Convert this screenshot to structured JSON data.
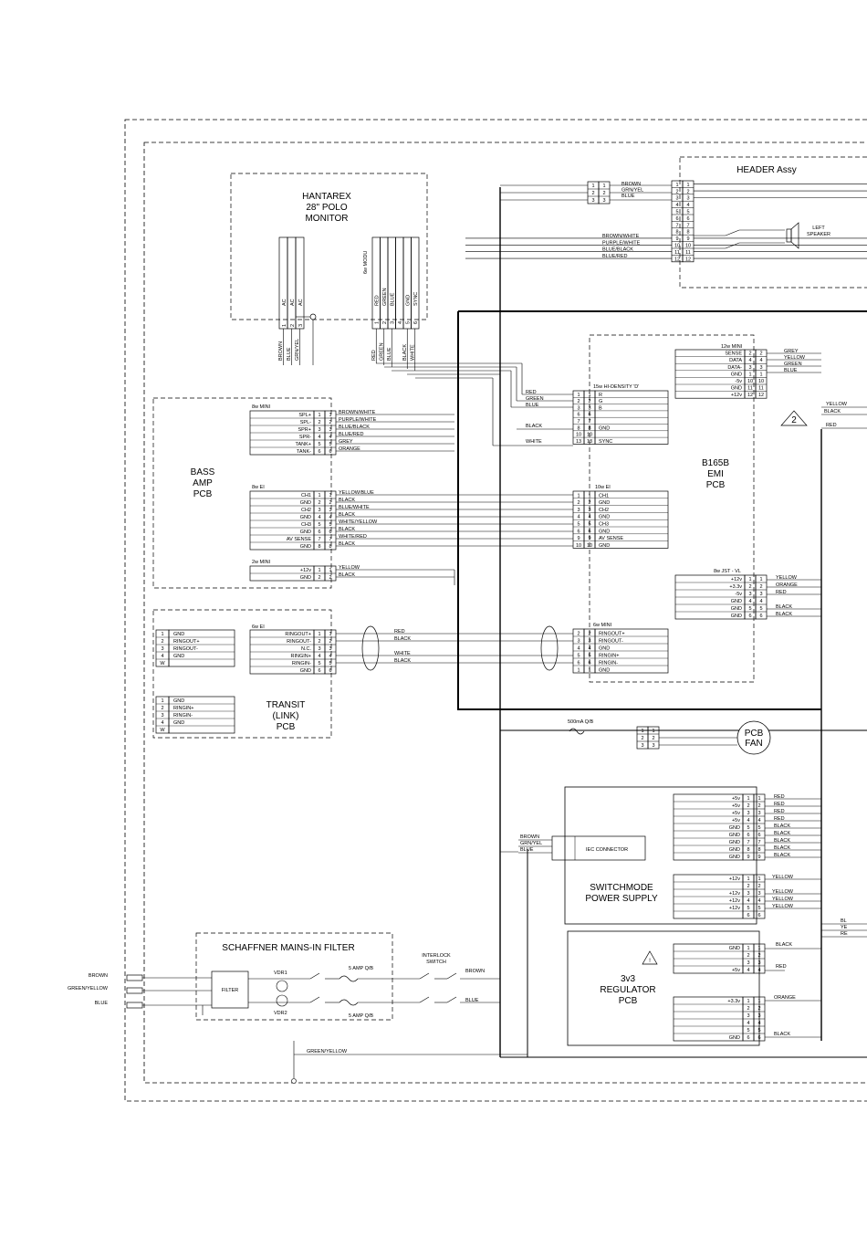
{
  "header": {
    "title": "HEADER Assy",
    "left_wires": [
      "BROWN",
      "GRN/YEL",
      "BLUE"
    ],
    "mid_wires": [
      "BROWN/WHITE",
      "PURPLE/WHITE",
      "BLUE/BLACK",
      "BLUE/RED"
    ],
    "pins": [
      "1",
      "2",
      "3",
      "4",
      "5",
      "6",
      "7",
      "8",
      "9",
      "10",
      "11",
      "12"
    ],
    "speaker": "LEFT SPEAKER"
  },
  "monitor": {
    "title": "HANTAREX\n28\" POLO\nMONITOR",
    "title_lines": [
      "HANTAREX",
      "28\" POLO",
      "MONITOR"
    ],
    "ac_labels": [
      "AC",
      "AC",
      "AC"
    ],
    "ac_pins": [
      "1",
      "2",
      "3"
    ],
    "ac_wires": [
      "BROWN",
      "BLUE",
      "GRN/YEL"
    ],
    "video_conn": "6w MODU",
    "video_labels": [
      "RED",
      "GREEN",
      "BLUE",
      "GND",
      "SYNC"
    ],
    "video_pins": [
      "1",
      "2",
      "3",
      "4",
      "5",
      "6"
    ],
    "video_wires": [
      "RED",
      "GREEN",
      "BLUE",
      "BLACK",
      "WHITE"
    ]
  },
  "bass_amp": {
    "title_lines": [
      "BASS",
      "AMP",
      "PCB"
    ],
    "conn1": "8w MINI",
    "conn1_labels": [
      "SPL+",
      "SPL-",
      "SPR+",
      "SPR-",
      "TANK+",
      "TANK-"
    ],
    "conn1_pins": [
      "1",
      "2",
      "3",
      "4",
      "5",
      "6"
    ],
    "conn1_wires": [
      "BROWN/WHITE",
      "PURPLE/WHITE",
      "BLUE/BLACK",
      "BLUE/RED",
      "GREY",
      "ORANGE"
    ],
    "conn2": "8w EI",
    "conn2_labels": [
      "CH1",
      "GND",
      "CH2",
      "GND",
      "CH3",
      "GND",
      "AV SENSE",
      "GND"
    ],
    "conn2_pins": [
      "1",
      "2",
      "3",
      "4",
      "5",
      "6",
      "7",
      "8"
    ],
    "conn2_wires": [
      "YELLOW/BLUE",
      "BLACK",
      "BLUE/WHITE",
      "BLACK",
      "WHITE/YELLOW",
      "BLACK",
      "WHITE/RED",
      "BLACK"
    ],
    "conn3": "2w MINI",
    "conn3_labels": [
      "+12v",
      "GND"
    ],
    "conn3_pins": [
      "1",
      "2"
    ],
    "conn3_wires": [
      "YELLOW",
      "BLACK"
    ]
  },
  "transit": {
    "title_lines": [
      "TRANSIT",
      "(LINK)",
      "PCB"
    ],
    "conn": "6w EI",
    "conn_labels": [
      "RINGOUT+",
      "RINGOUT-",
      "N.C.",
      "RINGIN+",
      "RINGIN-",
      "GND"
    ],
    "conn_pins": [
      "1",
      "2",
      "3",
      "4",
      "5",
      "6"
    ],
    "conn_wires": [
      "RED",
      "BLACK",
      "WHITE",
      "BLACK"
    ],
    "jack1_pins": [
      "1",
      "2",
      "3",
      "4",
      "W"
    ],
    "jack1_labels": [
      "GND",
      "RINGOUT+",
      "RINGOUT-",
      "GND",
      ""
    ],
    "jack2_pins": [
      "1",
      "2",
      "3",
      "4",
      "W"
    ],
    "jack2_labels": [
      "GND",
      "RINGIN+",
      "RINGIN-",
      "GND",
      ""
    ]
  },
  "emi": {
    "title_lines": [
      "B165B",
      "EMI",
      "PCB"
    ],
    "hd_conn": "15w HI-DENSITY 'D'",
    "hd_pins": [
      "1",
      "2",
      "3",
      "6",
      "7",
      "8",
      "10",
      "13"
    ],
    "hd_labels": [
      "R",
      "G",
      "B",
      "",
      "",
      "GND",
      "",
      "SYNC"
    ],
    "hd_wires": [
      "RED",
      "GREEN",
      "BLUE",
      "BLACK",
      "WHITE"
    ],
    "mini12": "12w MINI",
    "mini12_labels": [
      "SENSE",
      "DATA",
      "DATA-",
      "GND",
      "-5v",
      "GND",
      "+12v"
    ],
    "mini12_pins": [
      "2",
      "4",
      "3",
      "1",
      "10",
      "11",
      "12"
    ],
    "mini12_wires": [
      "GREY",
      "YELLOW",
      "GREEN",
      "BLUE"
    ],
    "ei10": "10w EI",
    "ei10_labels": [
      "CH1",
      "GND",
      "CH2",
      "GND",
      "CH3",
      "GND",
      "AV SENSE",
      "GND"
    ],
    "ei10_pins": [
      "1",
      "2",
      "3",
      "4",
      "5",
      "6",
      "9",
      "10"
    ],
    "jst": "8w JST - VL",
    "jst_labels": [
      "+12v",
      "+3.3v",
      "-5v",
      "GND",
      "GND",
      "GND"
    ],
    "jst_pins": [
      "1",
      "2",
      "3",
      "4",
      "5",
      "6"
    ],
    "jst_wires": [
      "YELLOW",
      "ORANGE",
      "RED",
      "BLACK",
      "BLACK"
    ],
    "mini6": "6w MINI",
    "mini6_labels": [
      "RINGOUT+",
      "RINGOUT-",
      "GND",
      "RINGIN+",
      "RINGIN-",
      "GND"
    ],
    "mini6_pins": [
      "2",
      "3",
      "4",
      "5",
      "6",
      "1"
    ],
    "right_wires": [
      "YELLOW",
      "BLACK",
      "RED"
    ],
    "warn": "2"
  },
  "fan": {
    "fuse": "500mA Q/B",
    "pins": [
      "1",
      "2",
      "3"
    ],
    "label_lines": [
      "PCB",
      "FAN"
    ]
  },
  "psu": {
    "title_lines": [
      "SWITCHMODE",
      "POWER SUPPLY"
    ],
    "iec": "IEC CONNECTOR",
    "iec_wires": [
      "BROWN",
      "GRN/YEL",
      "BLUE"
    ],
    "conn1_labels": [
      "+5v",
      "+5v",
      "+5v",
      "+5v",
      "GND",
      "GND",
      "GND",
      "GND",
      "GND"
    ],
    "conn1_pins": [
      "1",
      "2",
      "3",
      "4",
      "5",
      "6",
      "7",
      "8",
      "9"
    ],
    "conn1_wires": [
      "RED",
      "RED",
      "RED",
      "RED",
      "BLACK",
      "BLACK",
      "BLACK",
      "BLACK",
      "BLACK"
    ],
    "conn2_labels": [
      "+12v",
      "",
      "+12v",
      "+12v",
      "+12v",
      ""
    ],
    "conn2_pins": [
      "1",
      "2",
      "3",
      "4",
      "5",
      "6"
    ],
    "conn2_wires": [
      "YELLOW",
      "YELLOW",
      "YELLOW",
      "YELLOW"
    ]
  },
  "regulator": {
    "title_lines": [
      "3v3",
      "REGULATOR",
      "PCB"
    ],
    "conn1_labels": [
      "GND",
      "",
      "",
      "+5v"
    ],
    "conn1_pins": [
      "1",
      "2",
      "3",
      "4"
    ],
    "conn1_wires": [
      "BLACK",
      "RED"
    ],
    "conn2_labels": [
      "+3.3v",
      "",
      "",
      "",
      "",
      "GND"
    ],
    "conn2_pins": [
      "1",
      "2",
      "3",
      "4",
      "5",
      "6"
    ],
    "conn2_wires": [
      "ORANGE",
      "BLACK"
    ],
    "right_wires": [
      "BL",
      "YE",
      "RE"
    ]
  },
  "mains": {
    "title": "SCHAFFNER MAINS-IN FILTER",
    "filter": "FILTER",
    "vdr1": "VDR1",
    "vdr2": "VDR2",
    "fuse1": "5 AMP Q/B",
    "fuse2": "5 AMP Q/B",
    "interlock_lines": [
      "INTERLOCK",
      "SWITCH"
    ],
    "inputs": [
      "BROWN",
      "GREEN/YELLOW",
      "BLUE"
    ],
    "out_brown": "BROWN",
    "out_blue": "BLUE",
    "earth": "GREEN/YELLOW"
  }
}
